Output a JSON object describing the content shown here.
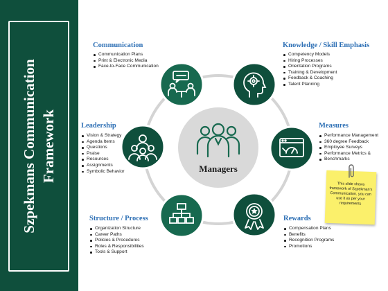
{
  "sidebar": {
    "title": "Szpekmans Communication Framework"
  },
  "center": {
    "label": "Managers",
    "icon": "people-group-icon"
  },
  "sections": {
    "communication": {
      "title": "Communication",
      "icon": "meeting-chat-icon",
      "items": [
        "Communication Plans",
        "Print & Electronic Media",
        "Face-to-Face Communication"
      ]
    },
    "knowledge": {
      "title": "Knowledge / Skill Emphasis",
      "icon": "head-gears-icon",
      "items": [
        "Competency Models",
        "Hiring Processes",
        "Orientation Programs",
        "Training & Development",
        "Feedback & Coaching",
        "Talent Planning"
      ]
    },
    "leadership": {
      "title": "Leadership",
      "icon": "team-leader-icon",
      "items": [
        "Vision & Strategy",
        "Agenda Items",
        "Questions",
        "Praise",
        "Resources",
        "Assignments",
        "Symbolic Behavior"
      ]
    },
    "measures": {
      "title": "Measures",
      "icon": "dashboard-gauge-icon",
      "items": [
        "Performance Management",
        "360 degree Feedback",
        "Employee Surveys",
        "Performance Metrics &",
        "Benchmarks"
      ]
    },
    "structure": {
      "title": "Structure / Process",
      "icon": "org-chart-icon",
      "items": [
        "Organization Structure",
        "Career Paths",
        "Policies & Procedures",
        "Roles & Responsibilities",
        "Tools & Support"
      ]
    },
    "rewards": {
      "title": "Rewards",
      "icon": "award-ribbon-icon",
      "items": [
        "Compensation Plans",
        "Benefits",
        "Recognition Programs",
        "Promotions"
      ]
    }
  },
  "note": {
    "text": "This slide shows framework of Szpekman's Communication, you can use it as per your requirements"
  },
  "colors": {
    "sidebar": "#0f4f3c",
    "node": "#17694f",
    "ring": "#d4d4d4",
    "center": "#d9d9d9",
    "title": "#2e70b5",
    "note": "#fbf06b"
  }
}
